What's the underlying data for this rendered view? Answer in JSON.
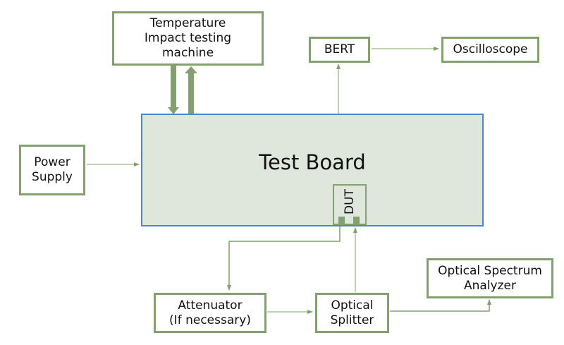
{
  "diagram": {
    "nodes": {
      "temperature": {
        "lines": [
          "Temperature",
          "Impact testing",
          "machine"
        ]
      },
      "bert": {
        "lines": [
          "BERT"
        ]
      },
      "oscilloscope": {
        "lines": [
          "Oscilloscope"
        ]
      },
      "power_supply": {
        "lines": [
          "Power",
          "Supply"
        ]
      },
      "test_board": {
        "label": "Test Board"
      },
      "dut": {
        "label": "DUT"
      },
      "attenuator": {
        "lines": [
          "Attenuator",
          "(If necessary)"
        ]
      },
      "optical_splitter": {
        "lines": [
          "Optical",
          "Splitter"
        ]
      },
      "osa": {
        "lines": [
          "Optical Spectrum",
          "Analyzer"
        ]
      }
    },
    "edges": [
      {
        "from": "test_board",
        "to": "temperature",
        "style": "thick"
      },
      {
        "from": "temperature",
        "to": "test_board",
        "style": "thick"
      },
      {
        "from": "test_board",
        "to": "bert",
        "style": "thin"
      },
      {
        "from": "bert",
        "to": "oscilloscope",
        "style": "thin"
      },
      {
        "from": "power_supply",
        "to": "test_board",
        "style": "thin"
      },
      {
        "from": "dut",
        "to": "attenuator",
        "style": "thin"
      },
      {
        "from": "attenuator",
        "to": "optical_splitter",
        "style": "thin"
      },
      {
        "from": "optical_splitter",
        "to": "dut",
        "style": "thin"
      },
      {
        "from": "optical_splitter",
        "to": "osa",
        "style": "thin"
      }
    ],
    "colors": {
      "box_border": "#84a070",
      "thin_line": "#a9c49a",
      "board_fill": "#dfe6dc",
      "board_border": "#4a86d0"
    }
  }
}
